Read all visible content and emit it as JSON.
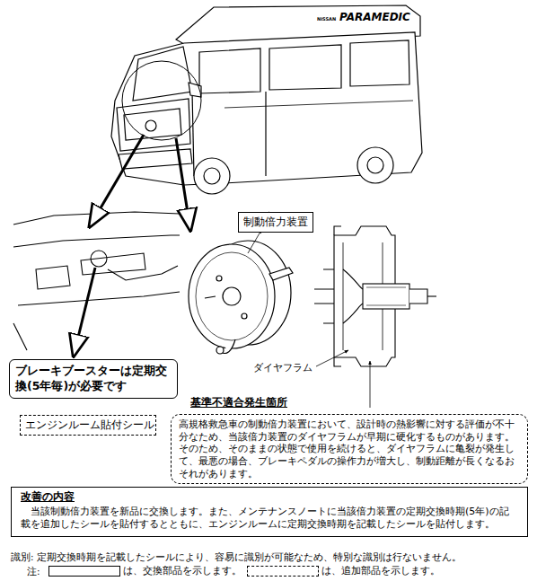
{
  "diagram": {
    "nodes": [
      {
        "text": [
          "制動倍力装置"
        ]
      },
      {
        "text": [
          "ブレーキブースターは定期交換(5年毎)が必要です"
        ]
      },
      {
        "text": [
          "エンジンルーム貼付シール"
        ]
      },
      {
        "text": [
          "基準不適合発生箇所",
          "高規格救急車の制動倍力装置において、設計時の熱影響に対する評価が不十分なため、当該倍力装置のダイヤフラムが早期に硬化するものがあります。そのため、そのままの状態で使用を続けると、ダイヤフラムに亀裂が発生して、最悪の場合、ブレーキペダルの操作力が増大し、制動距離が長くなるおそれがあります。"
        ]
      },
      {
        "text": [
          "改善の内容",
          "当該制動倍力装置を新品に交換します。また、メンテナンスノートに当該倍力装置の定期交換時期(5年)の記載を追加したシールを貼付するとともに、エンジンルームに定期交換時期を記載したシールを貼付します。"
        ]
      }
    ],
    "labels": [
      "NISSAN",
      "PARAMEDIC",
      "ダイヤフラム",
      "識別: 定期交換時期を記載したシールにより、容易に識別が可能なため、特別な識別は行ないません。",
      "注:"
    ],
    "legend": [
      {
        "text": "は、交換部品を示します。"
      },
      {
        "text": "は、追加部品を示します。"
      }
    ]
  }
}
